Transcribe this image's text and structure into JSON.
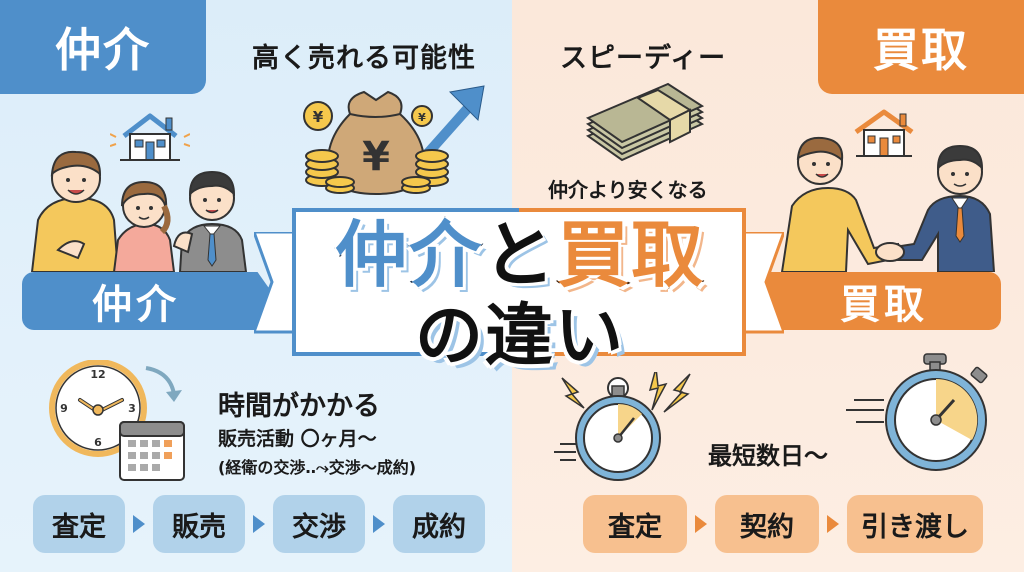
{
  "colors": {
    "chukai_blue": "#4f8fca",
    "kaitori_orange": "#ea8a3c",
    "left_bg": "#dcedf9",
    "right_bg": "#fbe8da",
    "step_blue": "#b1d2ea",
    "step_orange": "#f7c08f"
  },
  "title": {
    "part1": "仲介",
    "connector": "と",
    "part2": "買取",
    "line2": "の違い"
  },
  "left": {
    "corner_label": "仲介",
    "headline": "高く売れる可能性",
    "band_label": "仲介",
    "time_headline": "時間がかかる",
    "time_detail": "販売活動 〇ヶ月〜",
    "time_note": "(経衛の交渉‥⤳交渉〜成約)",
    "icons": [
      "house-icon",
      "family-icon",
      "agent-icon",
      "money-bag-yen-icon",
      "yen-coin-stack-icon",
      "rising-arrow-icon",
      "clock-icon",
      "calendar-icon"
    ],
    "clock_numbers": [
      "12",
      "3",
      "6",
      "9"
    ],
    "steps": [
      "査定",
      "販売",
      "交渉",
      "成約"
    ]
  },
  "right": {
    "corner_label": "買取",
    "headline": "スピーディー",
    "cash_caption": "仲介より安くなる",
    "band_label": "買取",
    "speed_text": "最短数日〜",
    "icons": [
      "cash-stack-icon",
      "house-icon",
      "handshake-icon",
      "stopwatch-icon",
      "lightning-icon"
    ],
    "steps": [
      "査定",
      "契約",
      "引き渡し"
    ]
  }
}
